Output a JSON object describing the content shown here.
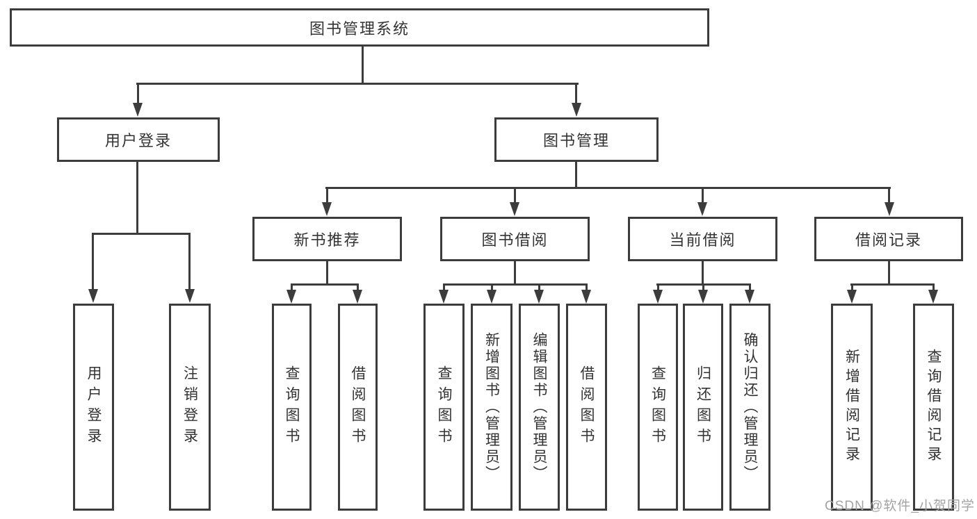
{
  "colors": {
    "line": "#3c3c3c",
    "text": "#333333",
    "background": "#ffffff",
    "watermark": "#a3a3a3"
  },
  "watermark": "CSDN @软件_小贺同学",
  "tree": {
    "root": {
      "label": "图书管理系统"
    },
    "branches": [
      {
        "label": "用户登录",
        "children": [
          {
            "label": "用户登录"
          },
          {
            "label": "注销登录"
          }
        ]
      },
      {
        "label": "图书管理",
        "children": [
          {
            "label": "新书推荐",
            "children": [
              {
                "label": "查询图书"
              },
              {
                "label": "借阅图书"
              }
            ]
          },
          {
            "label": "图书借阅",
            "children": [
              {
                "label": "查询图书"
              },
              {
                "label": "新增图书（管理员）"
              },
              {
                "label": "编辑图书（管理员）"
              },
              {
                "label": "借阅图书"
              }
            ]
          },
          {
            "label": "当前借阅",
            "children": [
              {
                "label": "查询图书"
              },
              {
                "label": "归还图书"
              },
              {
                "label": "确认归还（管理员）"
              }
            ]
          },
          {
            "label": "借阅记录",
            "children": [
              {
                "label": "新增借阅记录"
              },
              {
                "label": "查询借阅记录"
              }
            ]
          }
        ]
      }
    ]
  }
}
